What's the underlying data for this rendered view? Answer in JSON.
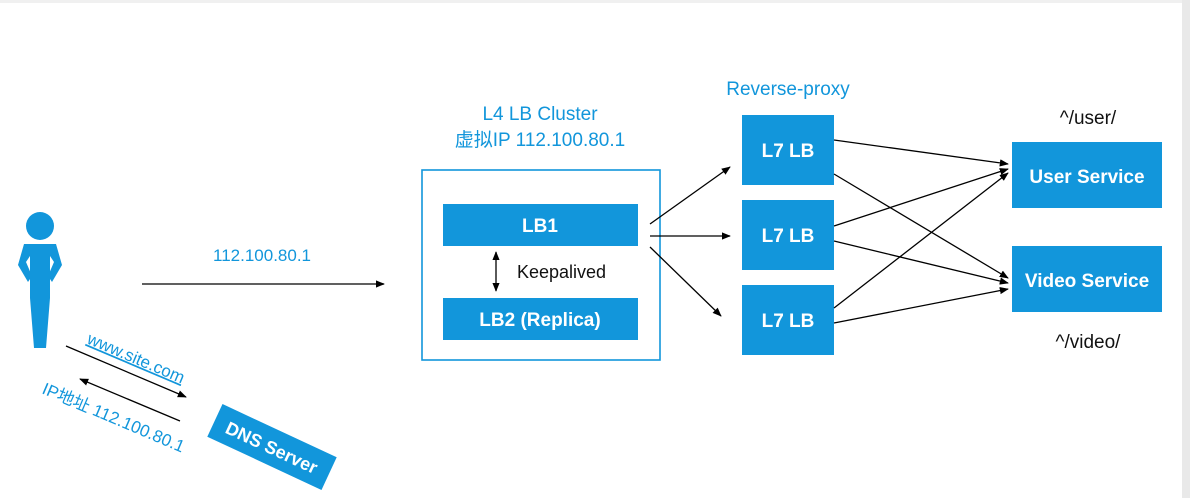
{
  "colors": {
    "accent": "#1296db",
    "box_text": "#ffffff",
    "line": "#000000",
    "label_text": "#1296db",
    "dark_text": "#111111"
  },
  "client": {
    "icon": "person-icon"
  },
  "dns": {
    "request_label": "www.site.com",
    "response_label": "IP地址 112.100.80.1",
    "server_label": "DNS Server"
  },
  "virtual_ip_label": "112.100.80.1",
  "l4_cluster": {
    "title": "L4 LB Cluster",
    "subtitle": "虚拟IP 112.100.80.1",
    "lb1": "LB1",
    "lb2": "LB2 (Replica)",
    "keepalived": "Keepalived"
  },
  "l7": {
    "title": "Reverse-proxy",
    "nodes": [
      "L7 LB",
      "L7 LB",
      "L7 LB"
    ]
  },
  "services": {
    "user": {
      "label": "User Service",
      "route": "^/user/"
    },
    "video": {
      "label": "Video Service",
      "route": "^/video/"
    }
  }
}
